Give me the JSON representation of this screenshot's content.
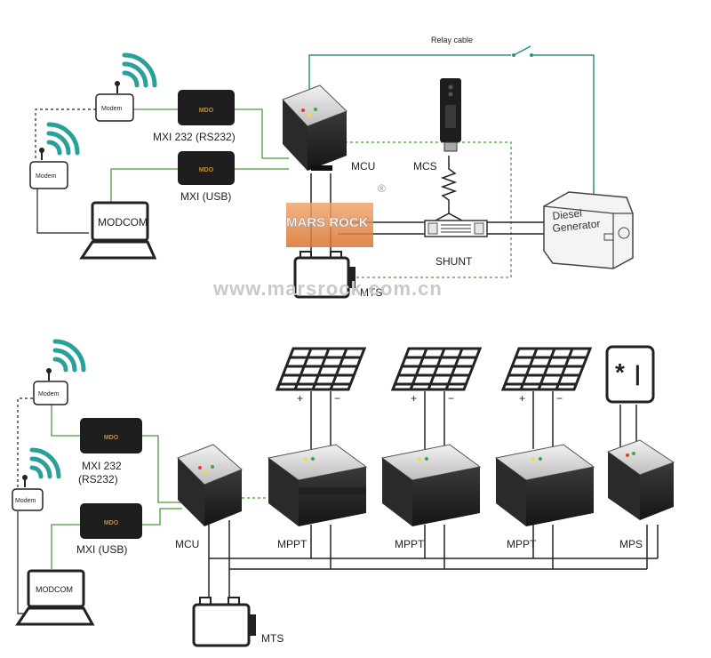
{
  "top": {
    "relay_cable": "Relay cable",
    "modem_1": "Modem",
    "modem_2": "Modem",
    "mxi232": "MXI 232 (RS232)",
    "mxiusb": "MXI (USB)",
    "modcom": "MODCOM",
    "mcu": "MCU",
    "mcs": "MCS",
    "shunt": "SHUNT",
    "mts": "MTS",
    "generator_line1": "Diesel",
    "generator_line2": "Generator",
    "brand": "MDO",
    "watermark_logo": "MARS ROCK",
    "watermark_url": "www.marsrock.com.cn",
    "registered": "®"
  },
  "bottom": {
    "modem_1": "Modem",
    "modem_2": "Modem",
    "mxi232_line1": "MXI 232",
    "mxi232_line2": "(RS232)",
    "mxiusb": "MXI (USB)",
    "modcom": "MODCOM",
    "mcu": "MCU",
    "mppt_1": "MPPT",
    "mppt_2": "MPPT",
    "mppt_3": "MPPT",
    "mps": "MPS",
    "mts": "MTS",
    "plus": "+",
    "minus": "−",
    "brand": "MDO",
    "symbol_star": "*",
    "symbol_bar": "|"
  },
  "colors": {
    "data_link": "#4a9a3a",
    "relay": "#2e8d8a",
    "power": "#222222",
    "wifi": "#2aa198",
    "device_dark": "#1e1e1e"
  }
}
